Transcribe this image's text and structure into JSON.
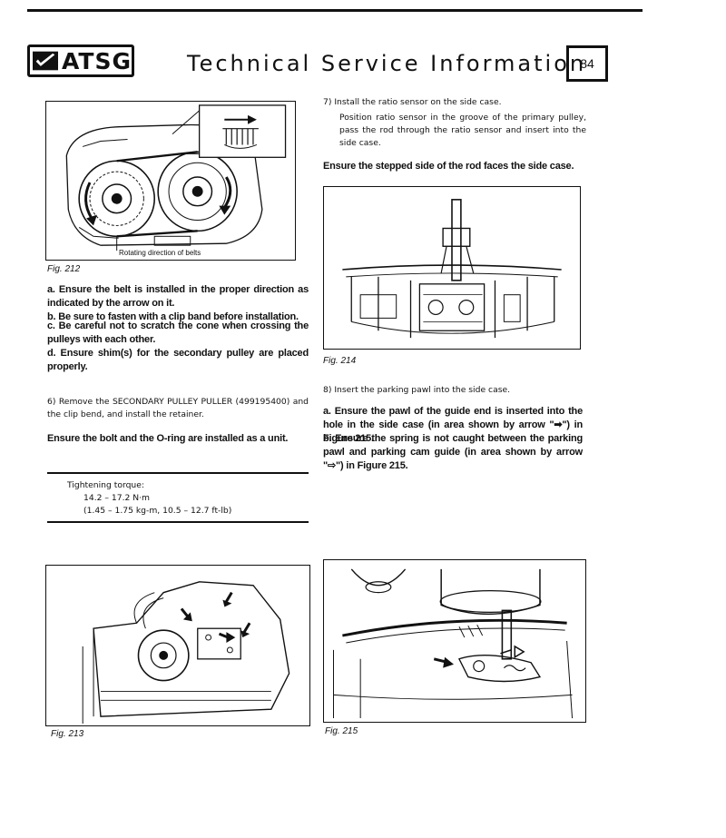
{
  "header": {
    "logo_text": "ATSG",
    "title": "Technical Service Information",
    "page_number": "84"
  },
  "fig212": {
    "caption": "Fig. 212",
    "label": "Rotating direction of belts"
  },
  "left_col": {
    "notes": [
      "a. Ensure the belt is installed in the proper direction as indicated by the arrow on it.",
      "b. Be sure to fasten with a clip band before installation.",
      "c. Be careful not to scratch the cone when crossing the pulleys with each other.",
      "d. Ensure shim(s) for the secondary pulley are placed properly."
    ],
    "step6": "6) Remove the SECONDARY PULLEY PULLER (499195400) and the clip bend, and install the retainer.",
    "step6_note": "Ensure the bolt and the O-ring are installed as a unit.",
    "torque_title": "Tightening torque:",
    "torque_line1": "14.2 – 17.2 N·m",
    "torque_line2": "(1.45 – 1.75 kg-m, 10.5 – 12.7 ft-lb)"
  },
  "right_col": {
    "step7": "7) Install the ratio sensor on the side case.",
    "step7_detail": "Position ratio sensor in the groove of the primary pulley, pass the rod through the ratio sensor and insert into the side case.",
    "step7_note": "Ensure the stepped side of the rod faces the side case.",
    "fig214_caption": "Fig. 214",
    "step8": "8) Insert the parking pawl into the side case.",
    "step8_note_a": "a. Ensure the pawl of the guide end is inserted into the hole in the side case (in area shown by arrow \"➡\") in Figure 215.",
    "step8_note_b": "b. Ensure the spring is not caught between the parking pawl and parking cam guide (in area shown by arrow \"⇨\") in Figure 215."
  },
  "fig213": {
    "caption": "Fig. 213"
  },
  "fig215": {
    "caption": "Fig. 215"
  }
}
